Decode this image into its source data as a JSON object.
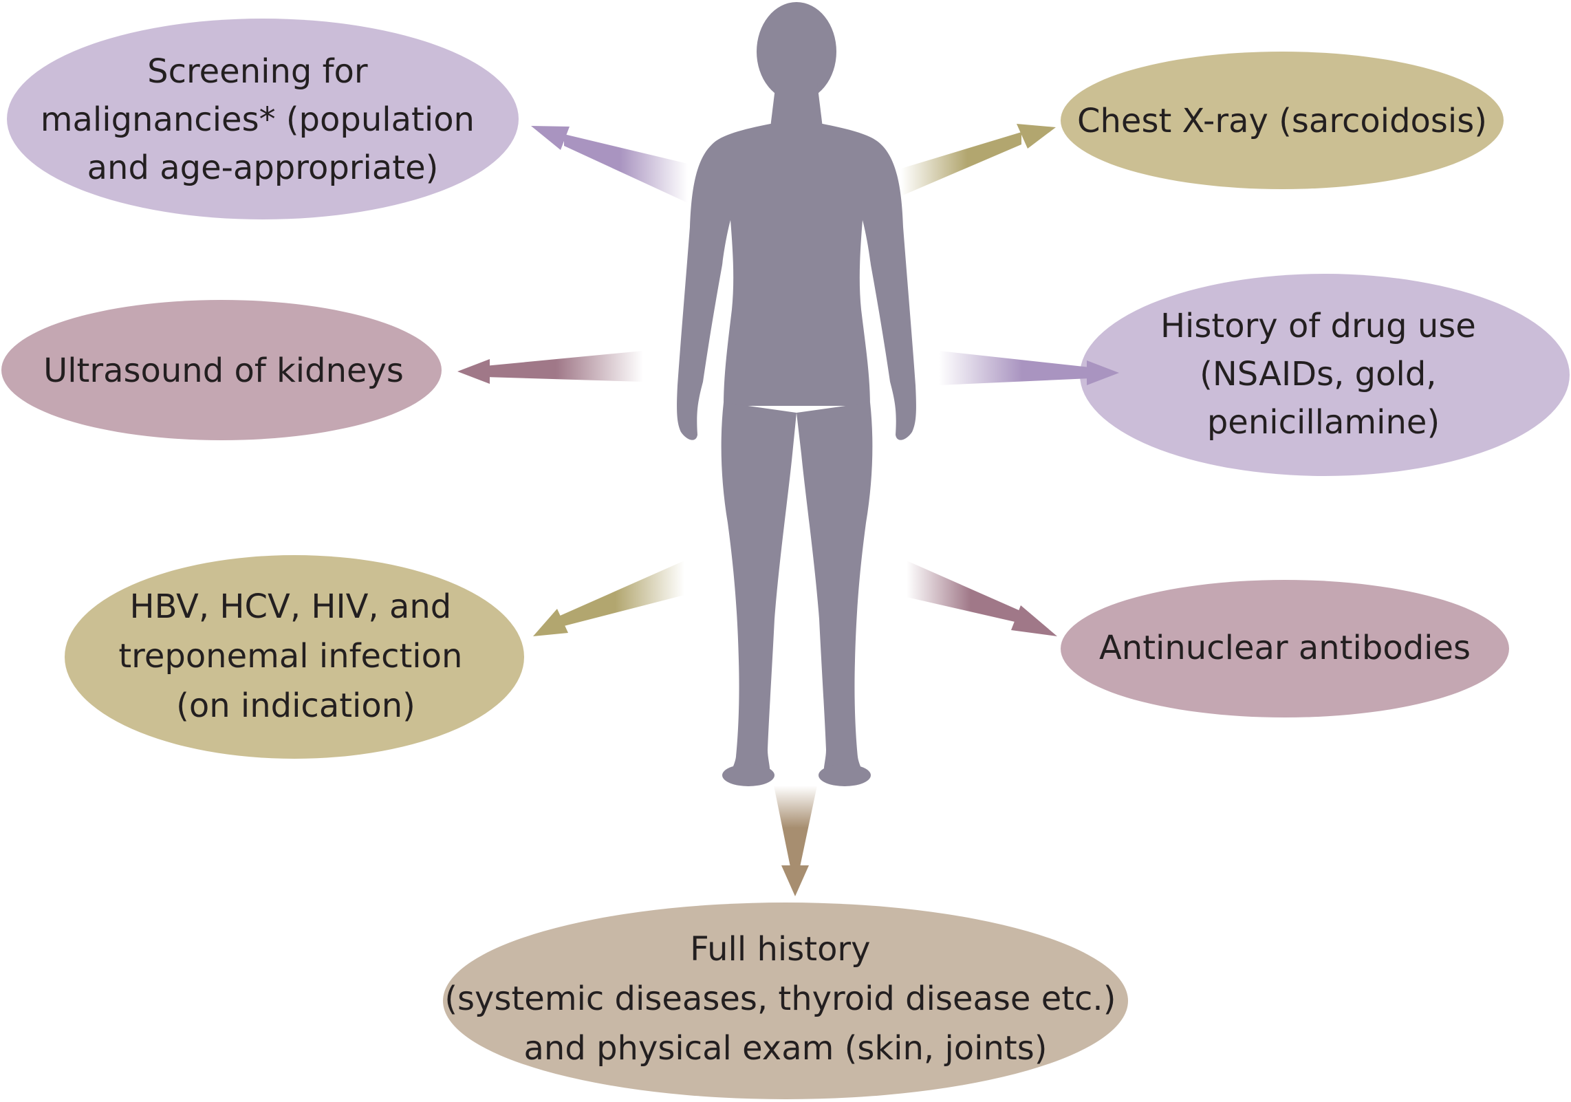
{
  "colors": {
    "background": "#ffffff",
    "figure": "#8c8799",
    "lavender": "#cbbdd8",
    "lavender_arrow": "#a994c0",
    "mauve": "#c4a7b2",
    "mauve_arrow": "#a07888",
    "olive": "#cbbf93",
    "olive_arrow": "#b2a66f",
    "tan": "#c8b8a6",
    "tan_arrow": "#a78e70",
    "text": "#231f20"
  },
  "icons": {
    "figure": "human-body-silhouette-icon"
  },
  "nodes": [
    {
      "id": "screening",
      "color": "lavender",
      "lines": [
        "Screening for",
        "malignancies* (population",
        "and age-appropriate)"
      ]
    },
    {
      "id": "chest-xray",
      "color": "olive",
      "lines": [
        "Chest X-ray (sarcoidosis)"
      ]
    },
    {
      "id": "ultrasound",
      "color": "mauve",
      "lines": [
        "Ultrasound of kidneys"
      ]
    },
    {
      "id": "drug-history",
      "color": "lavender",
      "lines": [
        "History of drug use",
        "(NSAIDs, gold,",
        "penicillamine)"
      ]
    },
    {
      "id": "infection",
      "color": "olive",
      "lines": [
        "HBV, HCV, HIV, and",
        "treponemal infection",
        "(on indication)"
      ]
    },
    {
      "id": "ana",
      "color": "mauve",
      "lines": [
        "Antinuclear antibodies"
      ]
    },
    {
      "id": "full-history",
      "color": "tan",
      "lines": [
        "Full history",
        "(systemic diseases, thyroid disease etc.)",
        "and physical exam (skin, joints)"
      ]
    }
  ]
}
